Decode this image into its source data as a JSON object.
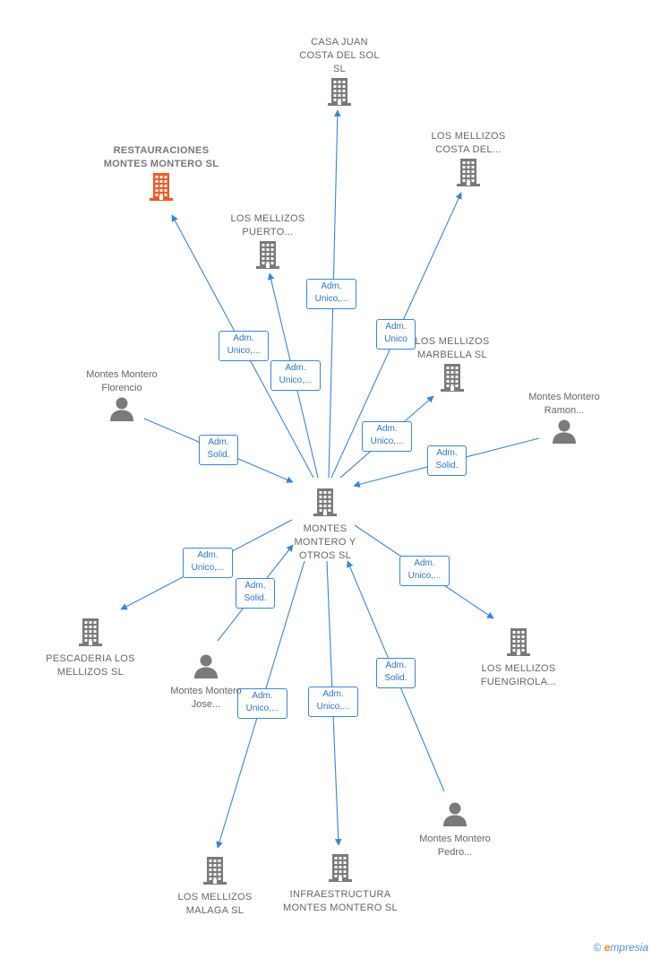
{
  "nodes": [
    {
      "id": "center",
      "kind": "company",
      "label": "MONTES MONTERO Y OTROS SL"
    },
    {
      "id": "casa",
      "kind": "company",
      "label": "CASA JUAN COSTA DEL SOL SL"
    },
    {
      "id": "restaur",
      "kind": "company",
      "label": "RESTAURACIONES MONTES MONTERO SL",
      "highlight": true
    },
    {
      "id": "costadel",
      "kind": "company",
      "label": "LOS MELLIZOS COSTA DEL..."
    },
    {
      "id": "puerto",
      "kind": "company",
      "label": "LOS MELLIZOS PUERTO..."
    },
    {
      "id": "marbella",
      "kind": "company",
      "label": "LOS MELLIZOS MARBELLA SL"
    },
    {
      "id": "florencio",
      "kind": "person",
      "label": "Montes Montero Florencio"
    },
    {
      "id": "ramon",
      "kind": "person",
      "label": "Montes Montero Ramon..."
    },
    {
      "id": "pescaderia",
      "kind": "company",
      "label": "PESCADERIA LOS MELLIZOS SL"
    },
    {
      "id": "jose",
      "kind": "person",
      "label": "Montes Montero Jose..."
    },
    {
      "id": "fuengirola",
      "kind": "company",
      "label": "LOS MELLIZOS FUENGIROLA..."
    },
    {
      "id": "malaga",
      "kind": "company",
      "label": "LOS MELLIZOS MALAGA SL"
    },
    {
      "id": "infra",
      "kind": "company",
      "label": "INFRAESTRUCTURA MONTES MONTERO SL"
    },
    {
      "id": "pedro",
      "kind": "person",
      "label": "Montes Montero Pedro..."
    }
  ],
  "edges": [
    {
      "id": "e-casa",
      "from": "center",
      "to": "casa",
      "label": "Adm. Unico,..."
    },
    {
      "id": "e-restaur",
      "from": "center",
      "to": "restaur",
      "label": "Adm. Unico,..."
    },
    {
      "id": "e-puerto",
      "from": "center",
      "to": "puerto",
      "label": "Adm. Unico,..."
    },
    {
      "id": "e-costadel",
      "from": "center",
      "to": "costadel",
      "label": "Adm. Unico"
    },
    {
      "id": "e-marbella",
      "from": "center",
      "to": "marbella",
      "label": "Adm. Unico,..."
    },
    {
      "id": "e-florencio",
      "from": "florencio",
      "to": "center",
      "label": "Adm. Solid."
    },
    {
      "id": "e-ramon",
      "from": "ramon",
      "to": "center",
      "label": "Adm. Solid."
    },
    {
      "id": "e-pescaderia",
      "from": "center",
      "to": "pescaderia",
      "label": "Adm. Unico,..."
    },
    {
      "id": "e-jose",
      "from": "jose",
      "to": "center",
      "label": "Adm. Solid."
    },
    {
      "id": "e-fuengirola",
      "from": "center",
      "to": "fuengirola",
      "label": "Adm. Unico,..."
    },
    {
      "id": "e-malaga",
      "from": "center",
      "to": "malaga",
      "label": "Adm. Unico,..."
    },
    {
      "id": "e-infra",
      "from": "center",
      "to": "infra",
      "label": "Adm. Unico,..."
    },
    {
      "id": "e-pedro",
      "from": "pedro",
      "to": "center",
      "label": "Adm. Solid."
    }
  ],
  "colors": {
    "edge": "#3c84d8",
    "icon": "#7a7a7a",
    "highlight": "#f05a28",
    "label": "#666666"
  },
  "brand": {
    "copyright": "©",
    "initial": "e",
    "rest": "mpresia"
  }
}
